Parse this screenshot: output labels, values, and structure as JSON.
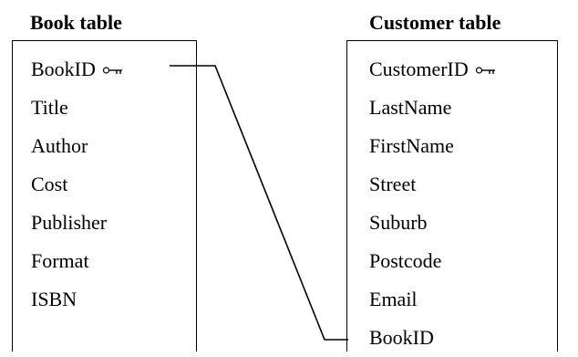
{
  "book_table": {
    "title": "Book table",
    "fields": [
      {
        "label": "BookID",
        "is_key": true
      },
      {
        "label": "Title",
        "is_key": false
      },
      {
        "label": "Author",
        "is_key": false
      },
      {
        "label": "Cost",
        "is_key": false
      },
      {
        "label": "Publisher",
        "is_key": false
      },
      {
        "label": "Format",
        "is_key": false
      },
      {
        "label": "ISBN",
        "is_key": false
      }
    ]
  },
  "customer_table": {
    "title": "Customer table",
    "fields": [
      {
        "label": "CustomerID",
        "is_key": true
      },
      {
        "label": "LastName",
        "is_key": false
      },
      {
        "label": "FirstName",
        "is_key": false
      },
      {
        "label": "Street",
        "is_key": false
      },
      {
        "label": "Suburb",
        "is_key": false
      },
      {
        "label": "Postcode",
        "is_key": false
      },
      {
        "label": "Email",
        "is_key": false
      },
      {
        "label": "BookID",
        "is_key": false
      }
    ]
  },
  "relationship": {
    "from": "book_table.BookID",
    "to": "customer_table.BookID"
  },
  "key_icon": "key-icon",
  "line_color": "#000000"
}
